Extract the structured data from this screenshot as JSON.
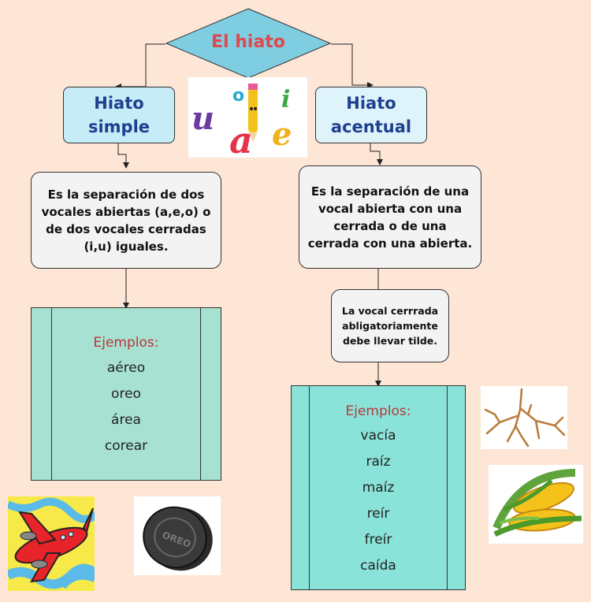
{
  "title": "El hiato",
  "branches": [
    {
      "heading_line1": "Hiato",
      "heading_line2": "simple",
      "definition": "Es la separación de dos vocales abiertas (a,e,o) o de dos vocales cerradas (i,u) iguales.",
      "examples_label": "Ejemplos:",
      "examples": [
        "aéreo",
        "oreo",
        "área",
        "corear"
      ]
    },
    {
      "heading_line1": "Hiato",
      "heading_line2": "acentual",
      "definition": "Es la separación de una vocal abierta con una cerrada o de una cerrada con una abierta.",
      "note": "La vocal cerrrada abligatoriamente debe llevar tilde.",
      "examples_label": "Ejemplos:",
      "examples": [
        "vacía",
        "raíz",
        "maíz",
        "reír",
        "freír",
        "caída"
      ]
    }
  ],
  "vowels_image_letters": [
    "u",
    "o",
    "i",
    "a",
    "e"
  ],
  "cookie_text": "OREO",
  "colors": {
    "background": "#fde6d6",
    "diamond": "#7fcde0",
    "title": "#e0484f",
    "heading_box": "#c5ecf7",
    "heading_text": "#1f3f8f",
    "panel_left": "#a7e1d1",
    "panel_right": "#8ae3d8",
    "examples_label": "#b8373b"
  }
}
